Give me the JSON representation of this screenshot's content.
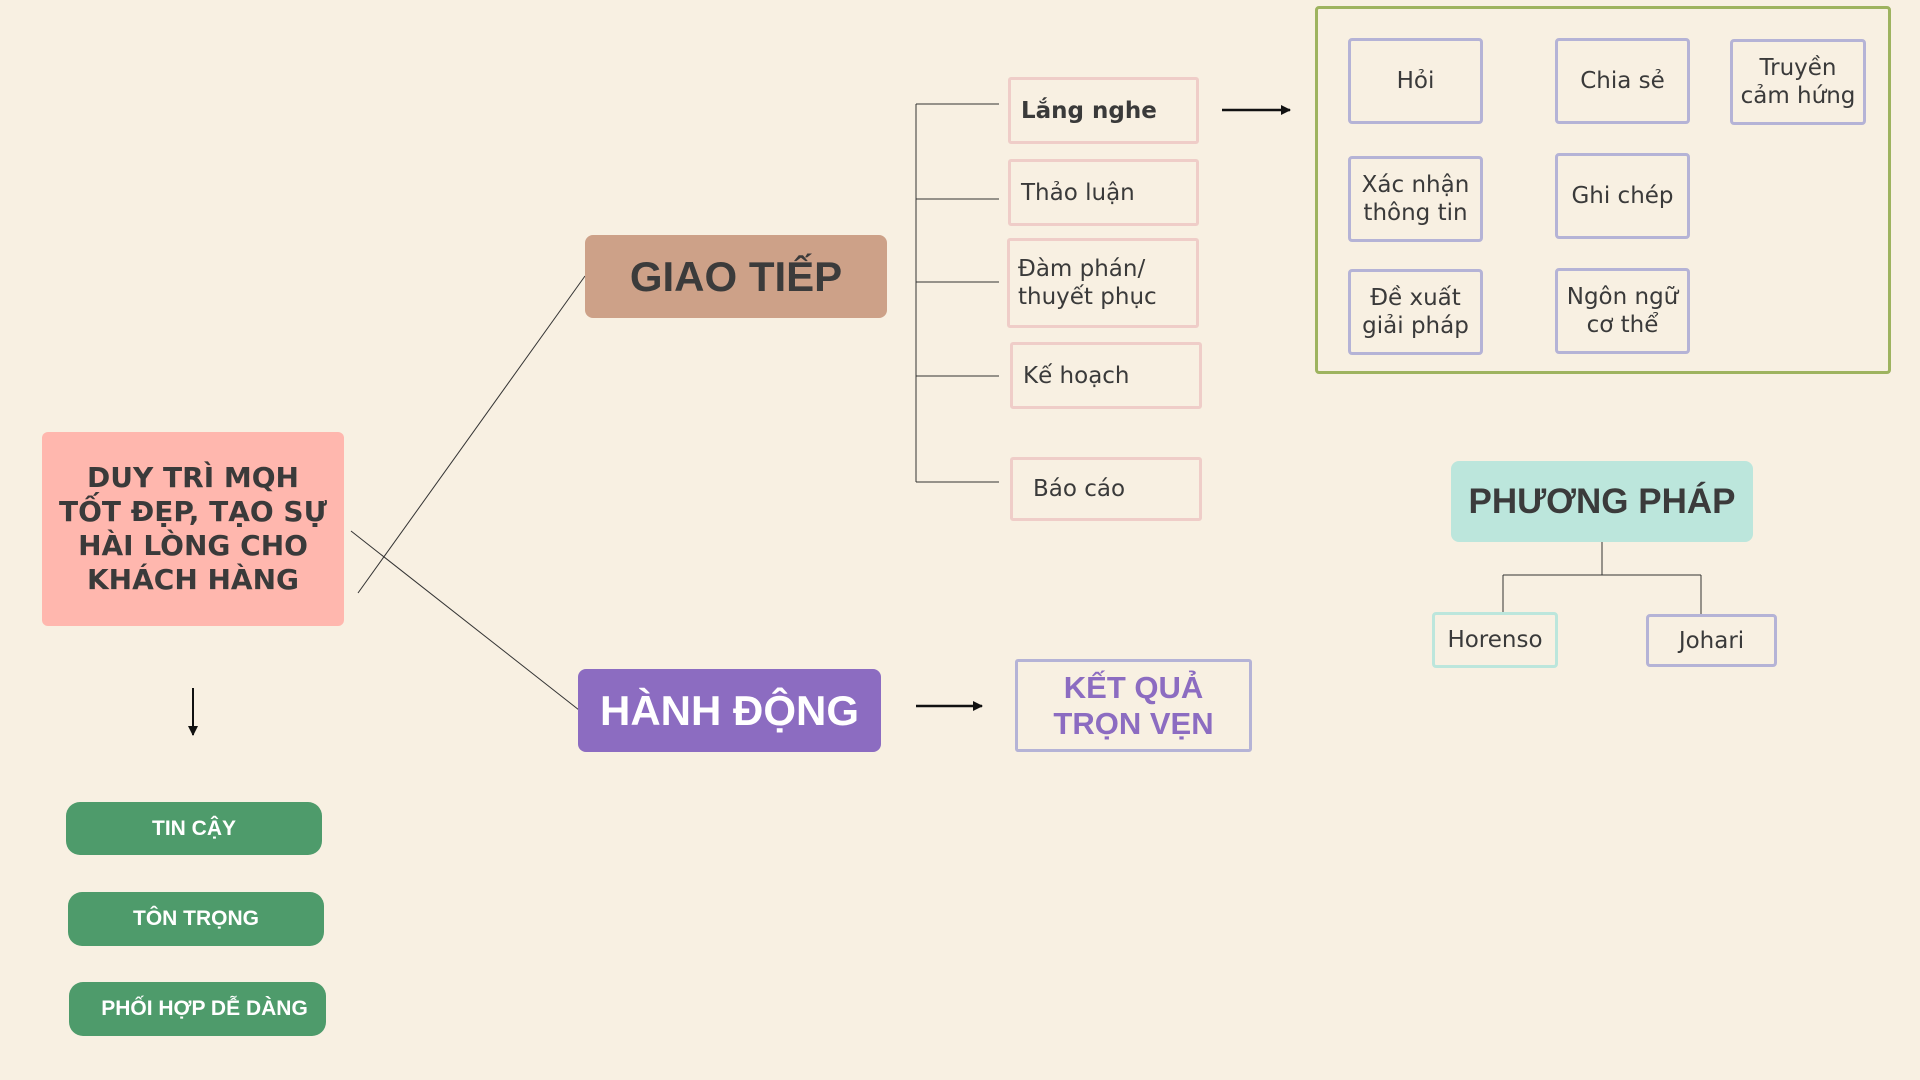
{
  "goal": "DUY TRÌ MQH TỐT ĐẸP, TẠO SỰ HÀI LÒNG CHO KHÁCH HÀNG",
  "hubs": {
    "giao_tiep": "GIAO TIẾP",
    "hanh_dong": "HÀNH ĐỘNG",
    "phuong_phap": "PHƯƠNG PHÁP"
  },
  "giao_tiep_items": [
    "Lắng nghe",
    "Thảo luận",
    "Đàm phán/ thuyết phục",
    "Kế hoạch",
    "Báo cáo"
  ],
  "listening_skills": [
    "Hỏi",
    "Chia sẻ",
    "Truyền cảm hứng",
    "Xác nhận thông tin",
    "Ghi chép",
    "Đề xuất giải pháp",
    "Ngôn ngữ cơ thể"
  ],
  "result": "KẾT QUẢ TRỌN VẸN",
  "methods": [
    "Horenso",
    "Johari"
  ],
  "values": [
    "TIN CẬY",
    "TÔN TRỌNG",
    "PHỐI HỢP DỄ DÀNG"
  ],
  "colors": {
    "background": "#f8f0e2",
    "goal": "#ffb7ae",
    "giao_tiep": "#cda188",
    "hanh_dong": "#8c6cc1",
    "phuong_phap": "#bce6dc",
    "values": "#4e9b6b",
    "skill_frame": "#9eb35f"
  }
}
